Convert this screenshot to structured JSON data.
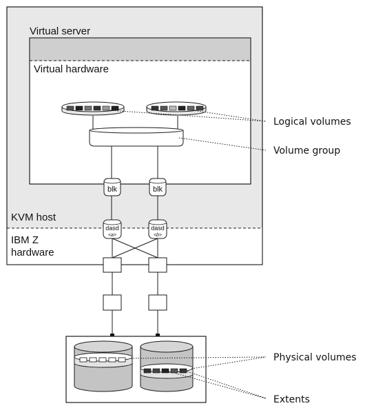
{
  "diagram": {
    "virtual_server_label": "Virtual server",
    "virtual_hardware_label": "Virtual hardware",
    "kvm_host_label": "KVM host",
    "ibm_z_label_line1": "IBM Z",
    "ibm_z_label_line2": "hardware",
    "blk_left": "blk",
    "blk_right": "blk",
    "dasd_left_name": "dasd",
    "dasd_left_sub": "<a>",
    "dasd_right_name": "dasd",
    "dasd_right_sub": "<b>",
    "callouts": {
      "logical_volumes": "Logical volumes",
      "volume_group": "Volume group",
      "physical_volumes": "Physical volumes",
      "extents": "Extents"
    },
    "colors": {
      "outer_fill": "#e8e8e8",
      "band_fill": "#cfcfcf",
      "disk_fill": "#c4c4c4",
      "stroke": "#1a1a1a"
    }
  }
}
